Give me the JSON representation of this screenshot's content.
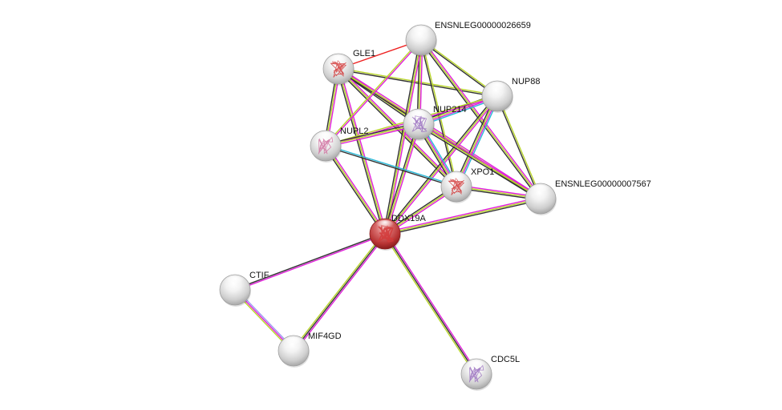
{
  "network": {
    "title": "Protein interaction network",
    "query_node": "DDX19A",
    "edge_colors": {
      "experiments": "#e01fd9",
      "textmining": "#b8d52a",
      "coexpression": "#333333",
      "database": "#29b9d8",
      "homology": "#9c9cf0",
      "fusion": "#ee2020"
    },
    "node_fill": {
      "query": "#c03030",
      "default": "#d8d8d8"
    },
    "nodes": [
      {
        "id": "DDX19A",
        "label": "DDX19A",
        "query": true,
        "structure": "red"
      },
      {
        "id": "GLE1",
        "label": "GLE1",
        "query": false,
        "structure": "red"
      },
      {
        "id": "ENSNLEG00000026659",
        "label": "ENSNLEG00000026659",
        "query": false,
        "structure": null
      },
      {
        "id": "NUP88",
        "label": "NUP88",
        "query": false,
        "structure": null
      },
      {
        "id": "NUP214",
        "label": "NUP214",
        "query": false,
        "structure": "purple"
      },
      {
        "id": "NUPL2",
        "label": "NUPL2",
        "query": false,
        "structure": "pink"
      },
      {
        "id": "XPO1",
        "label": "XPO1",
        "query": false,
        "structure": "red"
      },
      {
        "id": "ENSNLEG00000007567",
        "label": "ENSNLEG00000007567",
        "query": false,
        "structure": null
      },
      {
        "id": "CTIF",
        "label": "CTIF",
        "query": false,
        "structure": null
      },
      {
        "id": "MIF4GD",
        "label": "MIF4GD",
        "query": false,
        "structure": null
      },
      {
        "id": "CDC5L",
        "label": "CDC5L",
        "query": false,
        "structure": "purple"
      }
    ],
    "edges": [
      {
        "a": "GLE1",
        "b": "ENSNLEG00000026659",
        "types": [
          "fusion"
        ]
      },
      {
        "a": "GLE1",
        "b": "NUP88",
        "types": [
          "textmining",
          "coexpression"
        ]
      },
      {
        "a": "GLE1",
        "b": "NUP214",
        "types": [
          "experiments",
          "textmining",
          "coexpression"
        ]
      },
      {
        "a": "GLE1",
        "b": "NUPL2",
        "types": [
          "experiments",
          "textmining",
          "coexpression"
        ]
      },
      {
        "a": "GLE1",
        "b": "XPO1",
        "types": [
          "experiments",
          "textmining",
          "coexpression"
        ]
      },
      {
        "a": "GLE1",
        "b": "DDX19A",
        "types": [
          "experiments",
          "textmining",
          "coexpression"
        ]
      },
      {
        "a": "GLE1",
        "b": "ENSNLEG00000007567",
        "types": [
          "experiments",
          "textmining",
          "coexpression"
        ]
      },
      {
        "a": "ENSNLEG00000026659",
        "b": "NUP88",
        "types": [
          "textmining",
          "coexpression"
        ]
      },
      {
        "a": "ENSNLEG00000026659",
        "b": "NUP214",
        "types": [
          "experiments",
          "textmining",
          "coexpression"
        ]
      },
      {
        "a": "ENSNLEG00000026659",
        "b": "NUPL2",
        "types": [
          "experiments",
          "textmining"
        ]
      },
      {
        "a": "ENSNLEG00000026659",
        "b": "XPO1",
        "types": [
          "textmining",
          "coexpression"
        ]
      },
      {
        "a": "ENSNLEG00000026659",
        "b": "DDX19A",
        "types": [
          "experiments",
          "textmining",
          "coexpression"
        ]
      },
      {
        "a": "ENSNLEG00000026659",
        "b": "ENSNLEG00000007567",
        "types": [
          "experiments",
          "textmining",
          "coexpression"
        ]
      },
      {
        "a": "NUP88",
        "b": "NUP214",
        "types": [
          "database",
          "experiments",
          "textmining",
          "coexpression"
        ]
      },
      {
        "a": "NUP88",
        "b": "NUPL2",
        "types": [
          "experiments",
          "textmining"
        ]
      },
      {
        "a": "NUP88",
        "b": "XPO1",
        "types": [
          "database",
          "experiments",
          "textmining",
          "coexpression"
        ]
      },
      {
        "a": "NUP88",
        "b": "DDX19A",
        "types": [
          "experiments",
          "textmining",
          "coexpression"
        ]
      },
      {
        "a": "NUP88",
        "b": "ENSNLEG00000007567",
        "types": [
          "textmining",
          "coexpression"
        ]
      },
      {
        "a": "NUP214",
        "b": "NUPL2",
        "types": [
          "experiments",
          "textmining",
          "coexpression"
        ]
      },
      {
        "a": "NUP214",
        "b": "XPO1",
        "types": [
          "database",
          "experiments",
          "textmining",
          "coexpression"
        ]
      },
      {
        "a": "NUP214",
        "b": "DDX19A",
        "types": [
          "experiments",
          "textmining",
          "coexpression"
        ]
      },
      {
        "a": "NUP214",
        "b": "ENSNLEG00000007567",
        "types": [
          "experiments",
          "textmining",
          "coexpression"
        ]
      },
      {
        "a": "NUPL2",
        "b": "XPO1",
        "types": [
          "database",
          "coexpression"
        ]
      },
      {
        "a": "NUPL2",
        "b": "DDX19A",
        "types": [
          "experiments",
          "textmining",
          "coexpression"
        ]
      },
      {
        "a": "XPO1",
        "b": "DDX19A",
        "types": [
          "experiments",
          "textmining",
          "coexpression"
        ]
      },
      {
        "a": "XPO1",
        "b": "ENSNLEG00000007567",
        "types": [
          "experiments",
          "textmining",
          "coexpression"
        ]
      },
      {
        "a": "DDX19A",
        "b": "ENSNLEG00000007567",
        "types": [
          "experiments",
          "textmining",
          "coexpression"
        ]
      },
      {
        "a": "DDX19A",
        "b": "CTIF",
        "types": [
          "experiments",
          "coexpression"
        ]
      },
      {
        "a": "DDX19A",
        "b": "MIF4GD",
        "types": [
          "experiments",
          "coexpression",
          "textmining"
        ]
      },
      {
        "a": "DDX19A",
        "b": "CDC5L",
        "types": [
          "experiments",
          "coexpression",
          "textmining"
        ]
      },
      {
        "a": "CTIF",
        "b": "MIF4GD",
        "types": [
          "homology",
          "experiments",
          "textmining"
        ]
      }
    ]
  }
}
